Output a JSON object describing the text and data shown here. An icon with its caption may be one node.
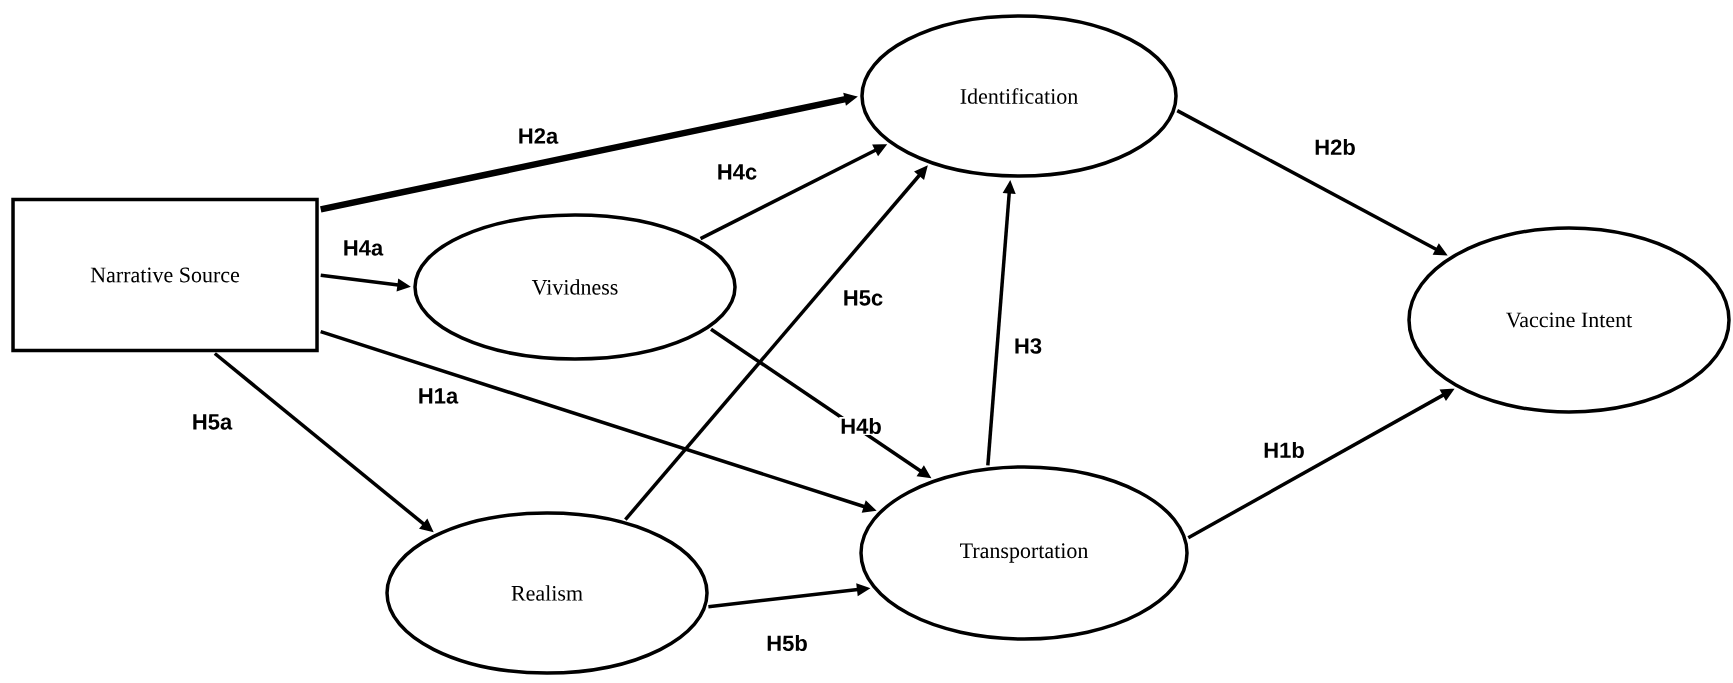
{
  "diagram": {
    "nodes": [
      {
        "text": [
          "Narrative Source"
        ]
      },
      {
        "text": [
          "Identification"
        ]
      },
      {
        "text": [
          "Vividness"
        ]
      },
      {
        "text": [
          "Vaccine Intent"
        ]
      },
      {
        "text": [
          "Transportation"
        ]
      },
      {
        "text": [
          "Realism"
        ]
      }
    ],
    "edges": [
      {
        "from": 0,
        "to": 1,
        "arrow": "to",
        "label": "H2a",
        "style": "thick"
      },
      {
        "from": 0,
        "to": 2,
        "arrow": "to",
        "label": "H4a"
      },
      {
        "from": 0,
        "to": 4,
        "arrow": "to",
        "label": "H1a"
      },
      {
        "from": 0,
        "to": 5,
        "arrow": "to",
        "label": "H5a"
      },
      {
        "from": 2,
        "to": 1,
        "arrow": "to",
        "label": "H4c"
      },
      {
        "from": 2,
        "to": 4,
        "arrow": "to",
        "label": "H4b"
      },
      {
        "from": 5,
        "to": 1,
        "arrow": "to",
        "label": "H5c"
      },
      {
        "from": 5,
        "to": 4,
        "arrow": "to",
        "label": "H5b"
      },
      {
        "from": 4,
        "to": 1,
        "arrow": "to",
        "label": "H3"
      },
      {
        "from": 1,
        "to": 3,
        "arrow": "to",
        "label": "H2b"
      },
      {
        "from": 4,
        "to": 3,
        "arrow": "to",
        "label": "H1b"
      }
    ]
  }
}
